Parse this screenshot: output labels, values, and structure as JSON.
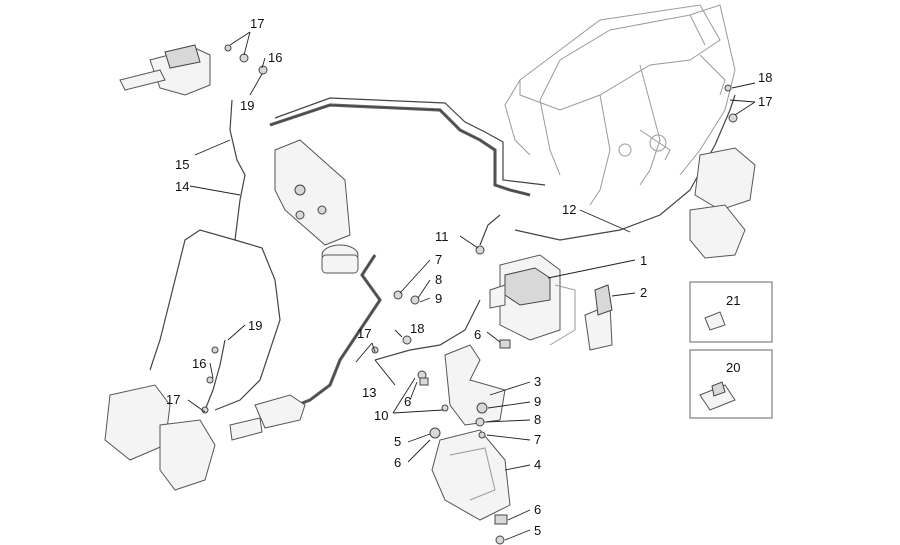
{
  "labels": [
    {
      "id": "l17a",
      "text": "17"
    },
    {
      "id": "l16a",
      "text": "16"
    },
    {
      "id": "l19a",
      "text": "19"
    },
    {
      "id": "l15",
      "text": "15"
    },
    {
      "id": "l14",
      "text": "14"
    },
    {
      "id": "l18a",
      "text": "18"
    },
    {
      "id": "l17b",
      "text": "17"
    },
    {
      "id": "l12",
      "text": "12"
    },
    {
      "id": "l11",
      "text": "11"
    },
    {
      "id": "l1",
      "text": "1"
    },
    {
      "id": "l2",
      "text": "2"
    },
    {
      "id": "l7a",
      "text": "7"
    },
    {
      "id": "l8a",
      "text": "8"
    },
    {
      "id": "l9a",
      "text": "9"
    },
    {
      "id": "l17c",
      "text": "17"
    },
    {
      "id": "l18b",
      "text": "18"
    },
    {
      "id": "l6a",
      "text": "6"
    },
    {
      "id": "l19b",
      "text": "19"
    },
    {
      "id": "l16b",
      "text": "16"
    },
    {
      "id": "l17d",
      "text": "17"
    },
    {
      "id": "l13",
      "text": "13"
    },
    {
      "id": "l3",
      "text": "3"
    },
    {
      "id": "l6b",
      "text": "6"
    },
    {
      "id": "l10",
      "text": "10"
    },
    {
      "id": "l9b",
      "text": "9"
    },
    {
      "id": "l8b",
      "text": "8"
    },
    {
      "id": "l7b",
      "text": "7"
    },
    {
      "id": "l5a",
      "text": "5"
    },
    {
      "id": "l6c",
      "text": "6"
    },
    {
      "id": "l4",
      "text": "4"
    },
    {
      "id": "l6d",
      "text": "6"
    },
    {
      "id": "l5b",
      "text": "5"
    },
    {
      "id": "l21",
      "text": "21"
    },
    {
      "id": "l20",
      "text": "20"
    }
  ]
}
